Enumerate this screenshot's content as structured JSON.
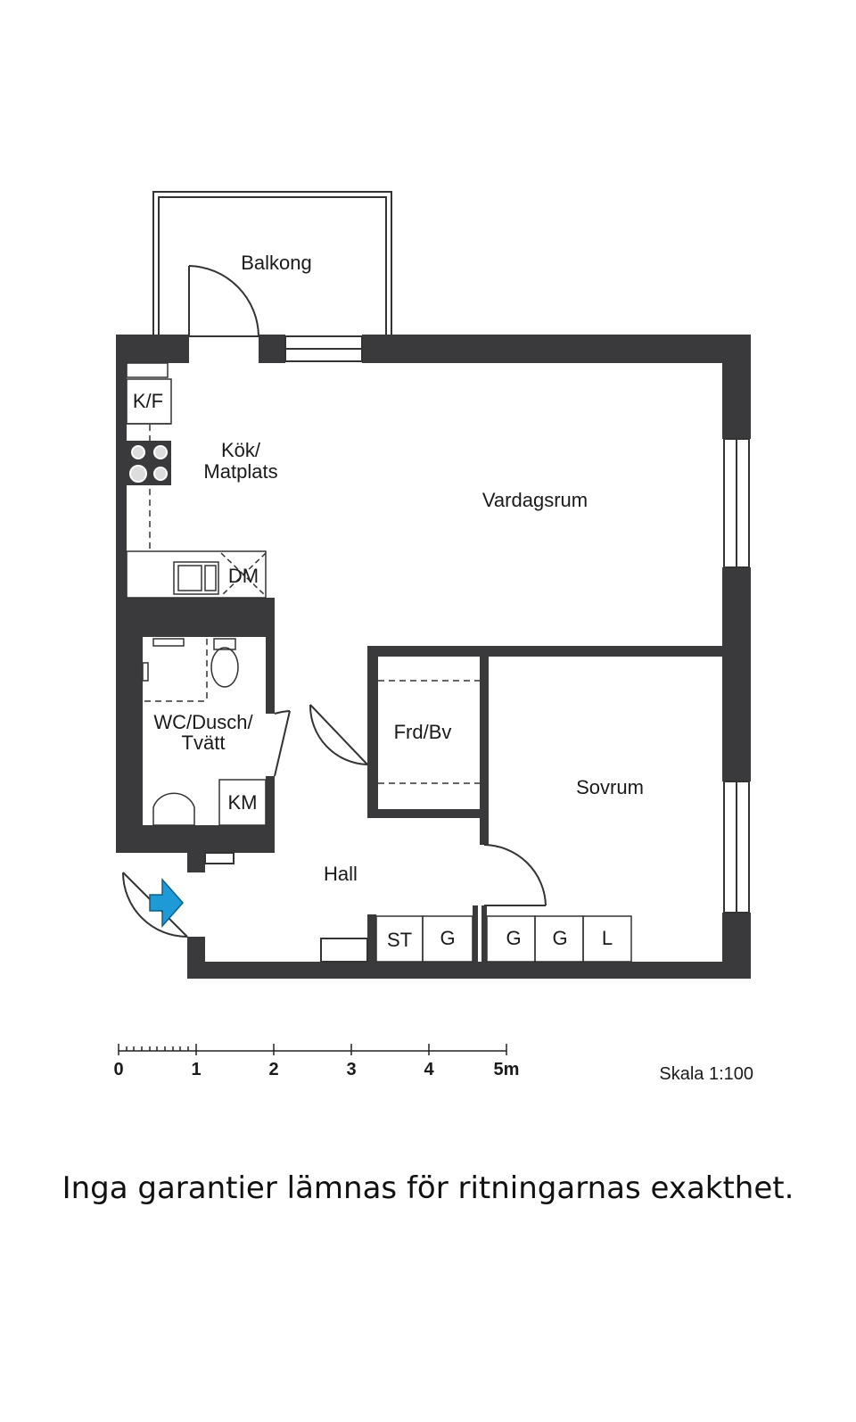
{
  "rooms": {
    "balkong": "Balkong",
    "kok_line1": "Kök/",
    "kok_line2": "Matplats",
    "vardagsrum": "Vardagsrum",
    "wc_line1": "WC/Dusch/",
    "wc_line2": "Tvätt",
    "frd": "Frd/Bv",
    "sovrum": "Sovrum",
    "hall": "Hall"
  },
  "fixtures": {
    "kf": "K/F",
    "dm": "DM",
    "km": "KM",
    "st": "ST",
    "g1": "G",
    "g2": "G",
    "g3": "G",
    "l": "L"
  },
  "scale": {
    "ticks": [
      "0",
      "1",
      "2",
      "3",
      "4",
      "5m"
    ],
    "label": "Skala 1:100"
  },
  "disclaimer": "Inga garantier lämnas för ritningarnas exakthet.",
  "colors": {
    "wall": "#3a3a3c",
    "entrance_arrow": "#1e9bd7"
  }
}
